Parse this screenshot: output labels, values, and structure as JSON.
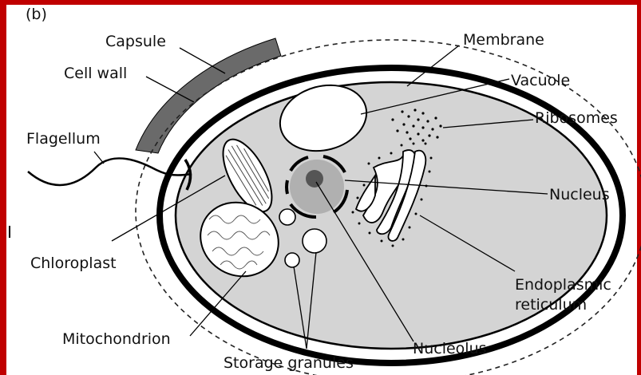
{
  "figure": {
    "panel_label": "(b)",
    "labels": {
      "capsule": "Capsule",
      "cell_wall": "Cell wall",
      "flagellum": "Flagellum",
      "chloroplast": "Chloroplast",
      "mitochondrion": "Mitochondrion",
      "storage_granules": "Storage granules",
      "nucleolus": "Nucleolus",
      "membrane": "Membrane",
      "vacuole": "Vacuole",
      "ribosomes": "Ribosomes",
      "nucleus": "Nucleus",
      "endoplasmic_reticulum": [
        "Endoplasmic",
        "reticulum"
      ]
    }
  },
  "colors": {
    "border": "#c00000",
    "capsule_fill": "#6a6a6a",
    "cytoplasm_fill": "#d4d4d4",
    "nucleus_fill": "#b0b0b0",
    "outline": "#000000"
  }
}
